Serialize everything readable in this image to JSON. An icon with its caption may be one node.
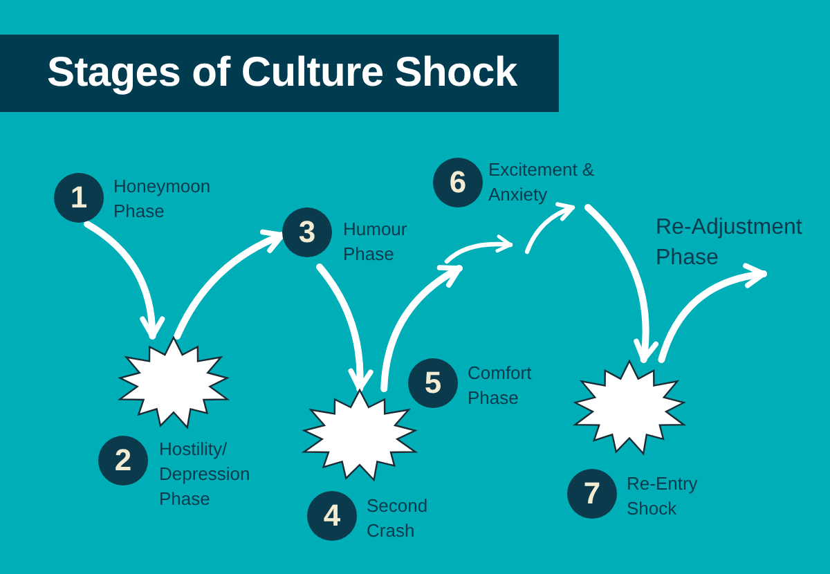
{
  "diagram": {
    "title": "Stages of Culture Shock",
    "nodes": [
      {
        "text": [
          "1"
        ],
        "beside": [
          "Honeymoon Phase"
        ]
      },
      {
        "text": [],
        "shape": "starburst"
      },
      {
        "text": [
          "2"
        ],
        "beside": [
          "Hostility/ Depression Phase"
        ]
      },
      {
        "text": [
          "3"
        ],
        "beside": [
          "Humour Phase"
        ]
      },
      {
        "text": [],
        "shape": "starburst"
      },
      {
        "text": [
          "4"
        ],
        "beside": [
          "Second Crash"
        ]
      },
      {
        "text": [
          "5"
        ],
        "beside": [
          "Comfort Phase"
        ]
      },
      {
        "text": [
          "6"
        ],
        "beside": [
          "Excitement & Anxiety"
        ]
      },
      {
        "text": [],
        "shape": "starburst"
      },
      {
        "text": [
          "7"
        ],
        "beside": [
          "Re-Entry Shock"
        ]
      },
      {
        "text": [
          "Re-Adjustment Phase"
        ]
      }
    ],
    "edges": [
      {
        "from": 0,
        "to": 1,
        "arrow": "to"
      },
      {
        "from": 1,
        "to": 3,
        "arrow": "to"
      },
      {
        "from": 3,
        "to": 4,
        "arrow": "to"
      },
      {
        "from": 4,
        "to": null,
        "arrow": "to"
      },
      {
        "from": null,
        "to": 7,
        "arrow": "to"
      },
      {
        "from": 7,
        "to": 8,
        "arrow": "to"
      },
      {
        "from": 8,
        "to": 10,
        "arrow": "to"
      }
    ]
  }
}
